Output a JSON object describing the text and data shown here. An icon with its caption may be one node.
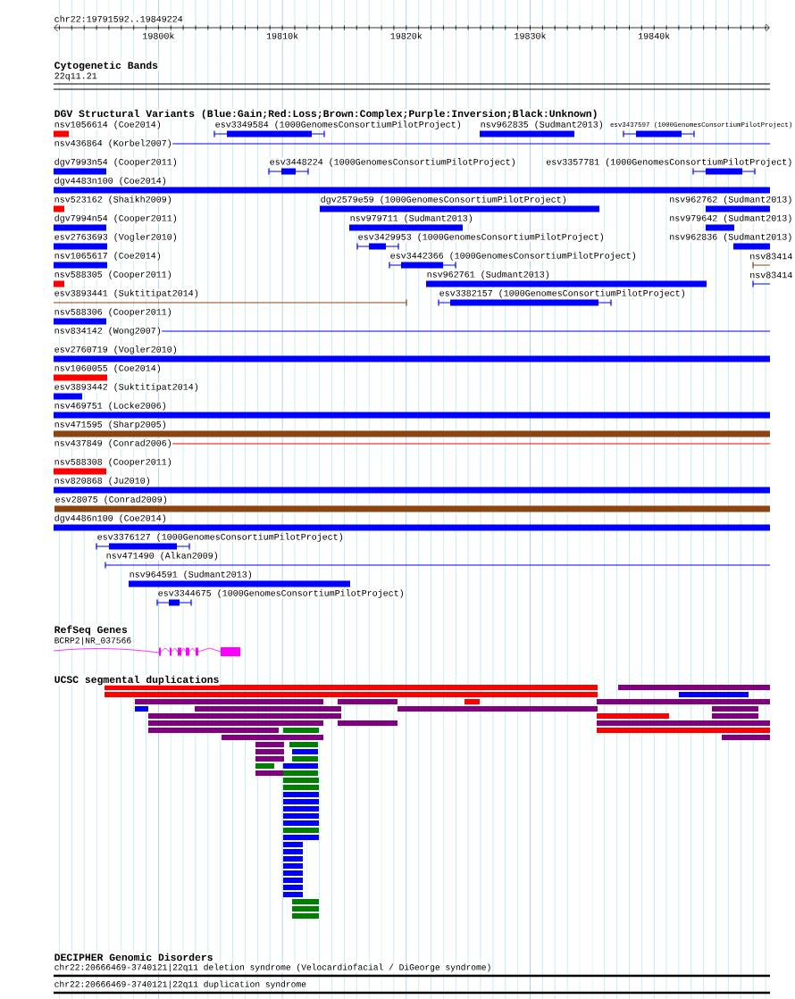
{
  "diagram": {
    "labels": [
      "chr22:19791592..19849224",
      "19800k",
      "19810k",
      "19820k",
      "19830k",
      "19840k",
      "Cytogenetic Bands",
      "22q11.21",
      "DGV Structural Variants (Blue:Gain;Red:Loss;Brown:Complex;Purple:Inversion;Black:Unknown)",
      "nsv1056614 (Coe2014)",
      "esv3349584 (1000GenomesConsortiumPilotProject)",
      "nsv962835 (Sudmant2013)",
      "esv3437597 (1000GenomesConsortiumPilotProject)",
      "nsv436864 (Korbel2007)",
      "dgv7993n54 (Cooper2011)",
      "esv3448224 (1000GenomesConsortiumPilotProject)",
      "esv3357781 (1000GenomesConsortiumPilotProject)",
      "dgv4483n100 (Coe2014)",
      "nsv523162 (Shaikh2009)",
      "dgv2579e59 (1000GenomesConsortiumPilotProject)",
      "nsv962762 (Sudmant2013)",
      "dgv7994n54 (Cooper2011)",
      "nsv979711 (Sudmant2013)",
      "nsv979642 (Sudmant2013)",
      "esv2763693 (Vogler2010)",
      "esv3429953 (1000GenomesConsortiumPilotProject)",
      "nsv962836 (Sudmant2013)",
      "nsv1065617 (Coe2014)",
      "esv3442366 (1000GenomesConsortiumPilotProject)",
      "nsv83414",
      "nsv588305 (Cooper2011)",
      "nsv962761 (Sudmant2013)",
      "nsv83414",
      "esv3893441 (Suktitipat2014)",
      "esv3382157 (1000GenomesConsortiumPilotProject)",
      "nsv588306 (Cooper2011)",
      "nsv834142 (Wong2007)",
      "esv2760719 (Vogler2010)",
      "nsv1060055 (Coe2014)",
      "esv3893442 (Suktitipat2014)",
      "nsv469751 (Locke2006)",
      "nsv471595 (Sharp2005)",
      "nsv437849 (Conrad2006)",
      "nsv588308 (Cooper2011)",
      "nsv820868 (Ju2010)",
      "esv28075 (Conrad2009)",
      "dgv4486n100 (Coe2014)",
      "esv3376127 (1000GenomesConsortiumPilotProject)",
      "nsv471490 (Alkan2009)",
      "nsv964591 (Sudmant2013)",
      "esv3344675 (1000GenomesConsortiumPilotProject)",
      "RefSeq Genes",
      "BCRP2|NR_037566",
      "UCSC segmental duplications",
      "DECIPHER Genomic Disorders",
      "chr22:20666469-3740121|22q11 deletion syndrome (Velocardiofacial / DiGeorge syndrome)",
      "chr22:20666469-3740121|22q11 duplication syndrome"
    ]
  }
}
